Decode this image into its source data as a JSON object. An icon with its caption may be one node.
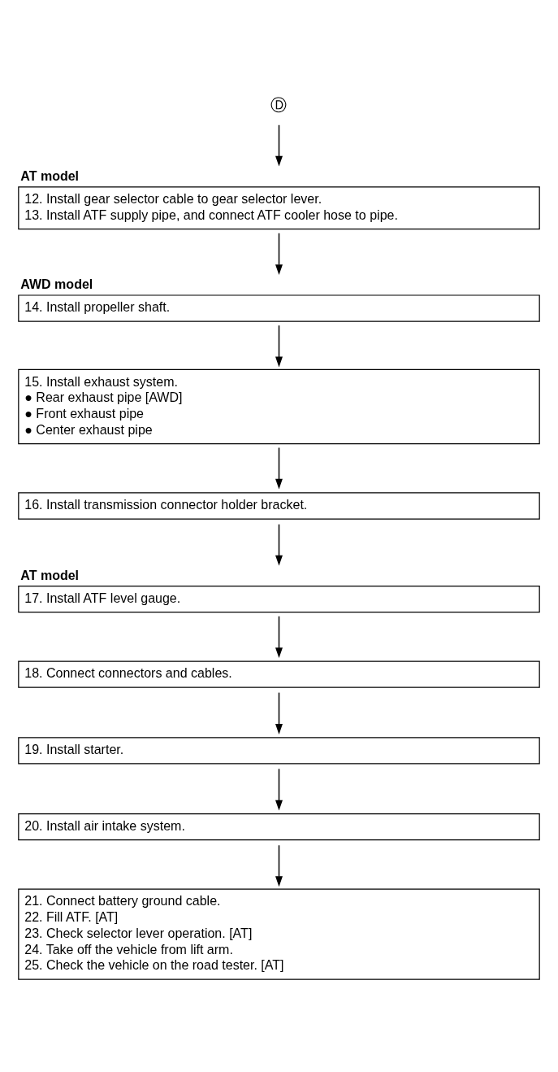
{
  "diagram": {
    "nodes": [
      {
        "text": [
          "Ⓓ"
        ]
      },
      {
        "text": [
          "AT model",
          "12. Install gear selector cable to gear selector lever.",
          "13. Install ATF supply pipe, and connect ATF cooler hose to pipe."
        ]
      },
      {
        "text": [
          "AWD model",
          "14. Install propeller shaft."
        ]
      },
      {
        "text": [
          "15. Install exhaust system.",
          "● Rear exhaust pipe [AWD]",
          "● Front exhaust pipe",
          "● Center exhaust pipe"
        ]
      },
      {
        "text": [
          "16. Install transmission connector holder bracket."
        ]
      },
      {
        "text": [
          "AT model",
          "17. Install ATF level gauge."
        ]
      },
      {
        "text": [
          "18. Connect connectors and cables."
        ]
      },
      {
        "text": [
          "19. Install starter."
        ]
      },
      {
        "text": [
          "20. Install air intake system."
        ]
      },
      {
        "text": [
          "21. Connect battery ground cable.",
          "22. Fill ATF. [AT]",
          "23. Check selector lever operation. [AT]",
          "24. Take off the vehicle from lift arm.",
          "25. Check the vehicle on the road tester. [AT]"
        ]
      }
    ],
    "edges": [
      {
        "from": 0,
        "to": 1,
        "arrow": "to"
      },
      {
        "from": 1,
        "to": 2,
        "arrow": "to"
      },
      {
        "from": 2,
        "to": 3,
        "arrow": "to"
      },
      {
        "from": 3,
        "to": 4,
        "arrow": "to"
      },
      {
        "from": 4,
        "to": 5,
        "arrow": "to"
      },
      {
        "from": 5,
        "to": 6,
        "arrow": "to"
      },
      {
        "from": 6,
        "to": 7,
        "arrow": "to"
      },
      {
        "from": 7,
        "to": 8,
        "arrow": "to"
      },
      {
        "from": 8,
        "to": 9,
        "arrow": "to"
      }
    ]
  }
}
